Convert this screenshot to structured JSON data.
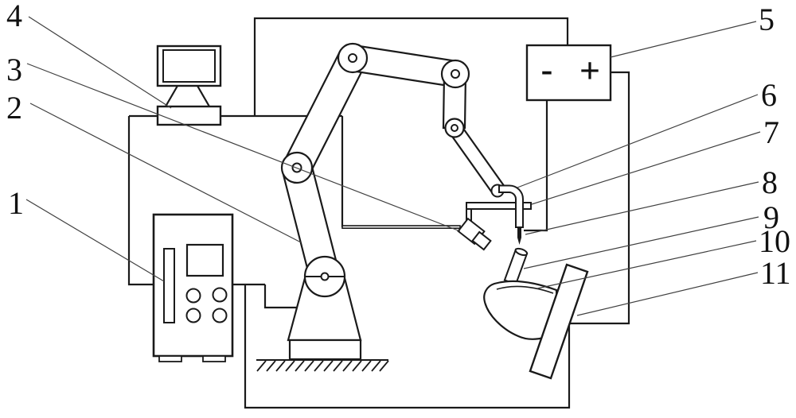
{
  "figure": {
    "kind": "patent-style line drawing",
    "subject": "robotic welding system schematic with numbered callouts",
    "colors": {
      "background": "#ffffff",
      "line": "#1a1a1a",
      "leader": "#404040"
    },
    "power_source": {
      "plus": "+",
      "minus": "-"
    },
    "labels": [
      {
        "num": "1",
        "target": "control-cabinet"
      },
      {
        "num": "2",
        "target": "robot-arm"
      },
      {
        "num": "3",
        "target": "vision-camera"
      },
      {
        "num": "4",
        "target": "computer-station"
      },
      {
        "num": "5",
        "target": "welding-power-source"
      },
      {
        "num": "6",
        "target": "welding-torch"
      },
      {
        "num": "7",
        "target": "torch-bracket"
      },
      {
        "num": "8",
        "target": "welding-wire"
      },
      {
        "num": "9",
        "target": "stud-workpiece"
      },
      {
        "num": "10",
        "target": "workpiece-shell"
      },
      {
        "num": "11",
        "target": "fixture-plate"
      }
    ]
  }
}
